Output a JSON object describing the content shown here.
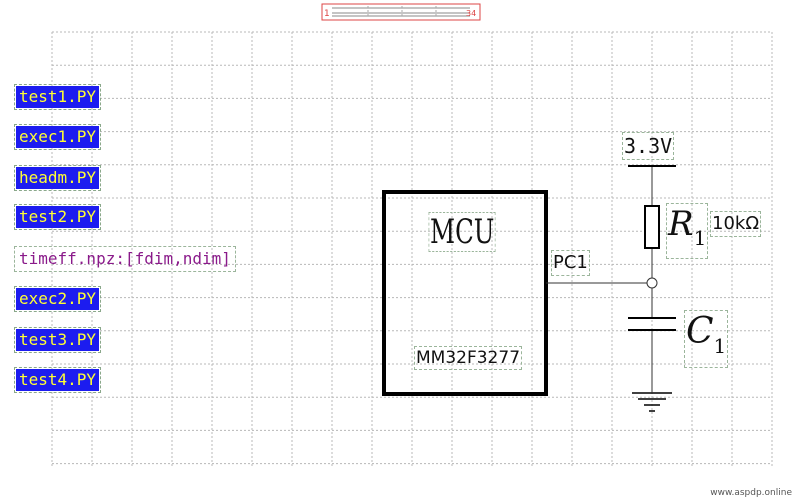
{
  "left_tags": [
    {
      "label": "test1.PY",
      "kind": "file"
    },
    {
      "label": "exec1.PY",
      "kind": "file"
    },
    {
      "label": "headm.PY",
      "kind": "file"
    },
    {
      "label": "test2.PY",
      "kind": "file"
    },
    {
      "label": "timeff.npz:[fdim,ndim]",
      "kind": "note"
    },
    {
      "label": "exec2.PY",
      "kind": "file"
    },
    {
      "label": "test3.PY",
      "kind": "file"
    },
    {
      "label": "test4.PY",
      "kind": "file"
    }
  ],
  "schematic": {
    "mcu_label": "MCU",
    "mcu_part": "MM32F3277",
    "pin_label": "PC1",
    "supply_label": "3.3V",
    "resistor_symbol": "R",
    "resistor_sub": "1",
    "resistor_value": "10kΩ",
    "capacitor_symbol": "C",
    "capacitor_sub": "1"
  },
  "ruler": {
    "left_mark": "1",
    "right_mark": "34"
  },
  "watermark": "www.aspdp.online",
  "colors": {
    "tag_bg": "#1c1cf0",
    "tag_fg": "#ffff33",
    "note_fg": "#8a1a8a",
    "grid": "#b8b8b8"
  }
}
